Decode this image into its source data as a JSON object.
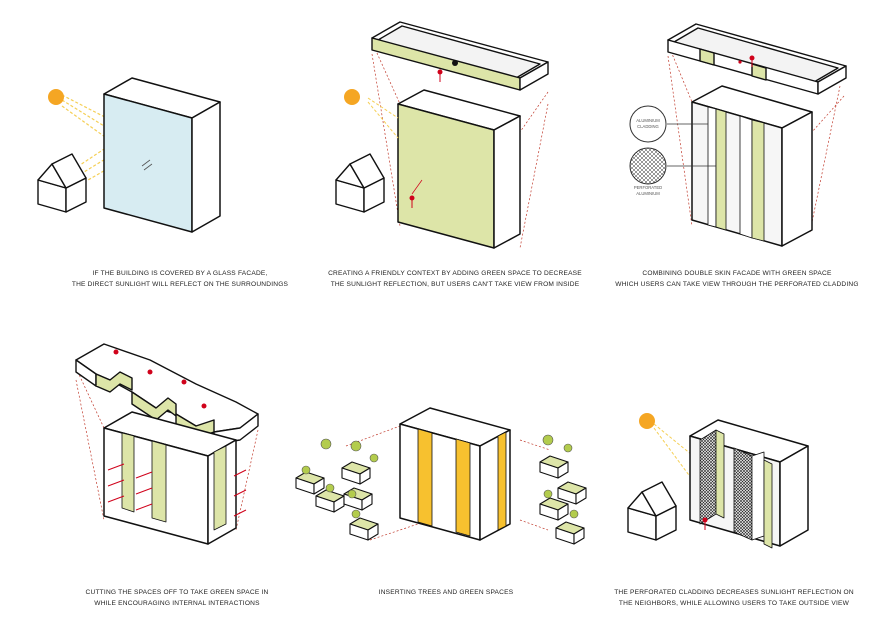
{
  "colors": {
    "sun": "#f5a623",
    "glass": "#d7ecf2",
    "green": "#dde5a8",
    "yellow": "#f7c12f",
    "red": "#d0021b",
    "outline": "#111111"
  },
  "panels": [
    {
      "caption": [
        "IF THE BUILDING IS COVERED BY A GLASS FACADE,",
        "THE DIRECT SUNLIGHT WILL REFLECT ON THE SURROUNDINGS"
      ]
    },
    {
      "caption": [
        "CREATING A FRIENDLY CONTEXT BY ADDING GREEN SPACE TO DECREASE",
        "THE SUNLIGHT REFLECTION, BUT USERS CAN'T TAKE VIEW FROM INSIDE"
      ]
    },
    {
      "caption": [
        "COMBINING DOUBLE SKIN FACADE WITH GREEN SPACE",
        "WHICH USERS CAN TAKE VIEW THROUGH THE PERFORATED CLADDING"
      ]
    },
    {
      "caption": [
        "CUTTING THE SPACES OFF TO TAKE GREEN SPACE IN",
        "WHILE ENCOURAGING INTERNAL INTERACTIONS"
      ]
    },
    {
      "caption": [
        "INSERTING TREES AND GREEN SPACES"
      ]
    },
    {
      "caption": [
        "THE PERFORATED CLADDING DECREASES SUNLIGHT REFLECTION ON",
        "THE NEIGHBORS, WHILE ALLOWING USERS TO TAKE OUTSIDE VIEW"
      ]
    }
  ],
  "legend": {
    "aluminium": [
      "ALUMINIUM",
      "CLADDING"
    ],
    "perforated": [
      "PERFORATED",
      "ALUMINIUM"
    ]
  }
}
